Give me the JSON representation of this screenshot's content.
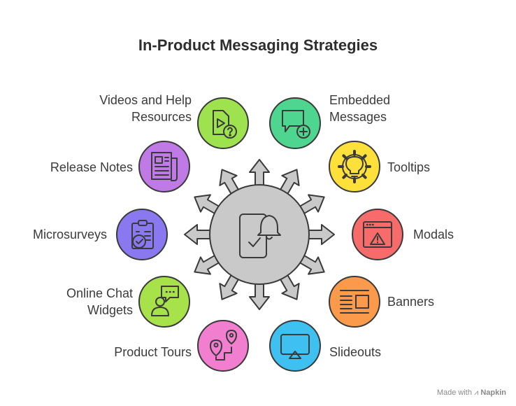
{
  "title": "In-Product Messaging Strategies",
  "credit": {
    "prefix": "Made with",
    "brand": "Napkin"
  },
  "hub": {
    "icon": "phone-notification-icon"
  },
  "strategies": [
    {
      "id": "videos",
      "label": "Videos and Help Resources",
      "line1": "Videos and Help",
      "line2": "Resources",
      "color": "#9ee34f",
      "icon": "video-help-icon"
    },
    {
      "id": "embedded",
      "label": "Embedded Messages",
      "line1": "Embedded",
      "line2": "Messages",
      "color": "#4ed58f",
      "icon": "message-add-icon"
    },
    {
      "id": "release",
      "label": "Release Notes",
      "line1": "Release Notes",
      "line2": "",
      "color": "#c07ae6",
      "icon": "newspaper-icon"
    },
    {
      "id": "tooltips",
      "label": "Tooltips",
      "line1": "Tooltips",
      "line2": "",
      "color": "#fde03a",
      "icon": "lightbulb-gear-icon"
    },
    {
      "id": "microsurveys",
      "label": "Microsurveys",
      "line1": "Microsurveys",
      "line2": "",
      "color": "#8a78f0",
      "icon": "clipboard-check-icon"
    },
    {
      "id": "modals",
      "label": "Modals",
      "line1": "Modals",
      "line2": "",
      "color": "#f76b6b",
      "icon": "window-warning-icon"
    },
    {
      "id": "chat",
      "label": "Online Chat Widgets",
      "line1": "Online Chat",
      "line2": "Widgets",
      "color": "#a7e24a",
      "icon": "chat-user-icon"
    },
    {
      "id": "banners",
      "label": "Banners",
      "line1": "Banners",
      "line2": "",
      "color": "#fb9a4a",
      "icon": "banner-layout-icon"
    },
    {
      "id": "tours",
      "label": "Product Tours",
      "line1": "Product Tours",
      "line2": "",
      "color": "#f27ed0",
      "icon": "map-route-icon"
    },
    {
      "id": "slideouts",
      "label": "Slideouts",
      "line1": "Slideouts",
      "line2": "",
      "color": "#3ec0f0",
      "icon": "slideout-screen-icon"
    }
  ]
}
